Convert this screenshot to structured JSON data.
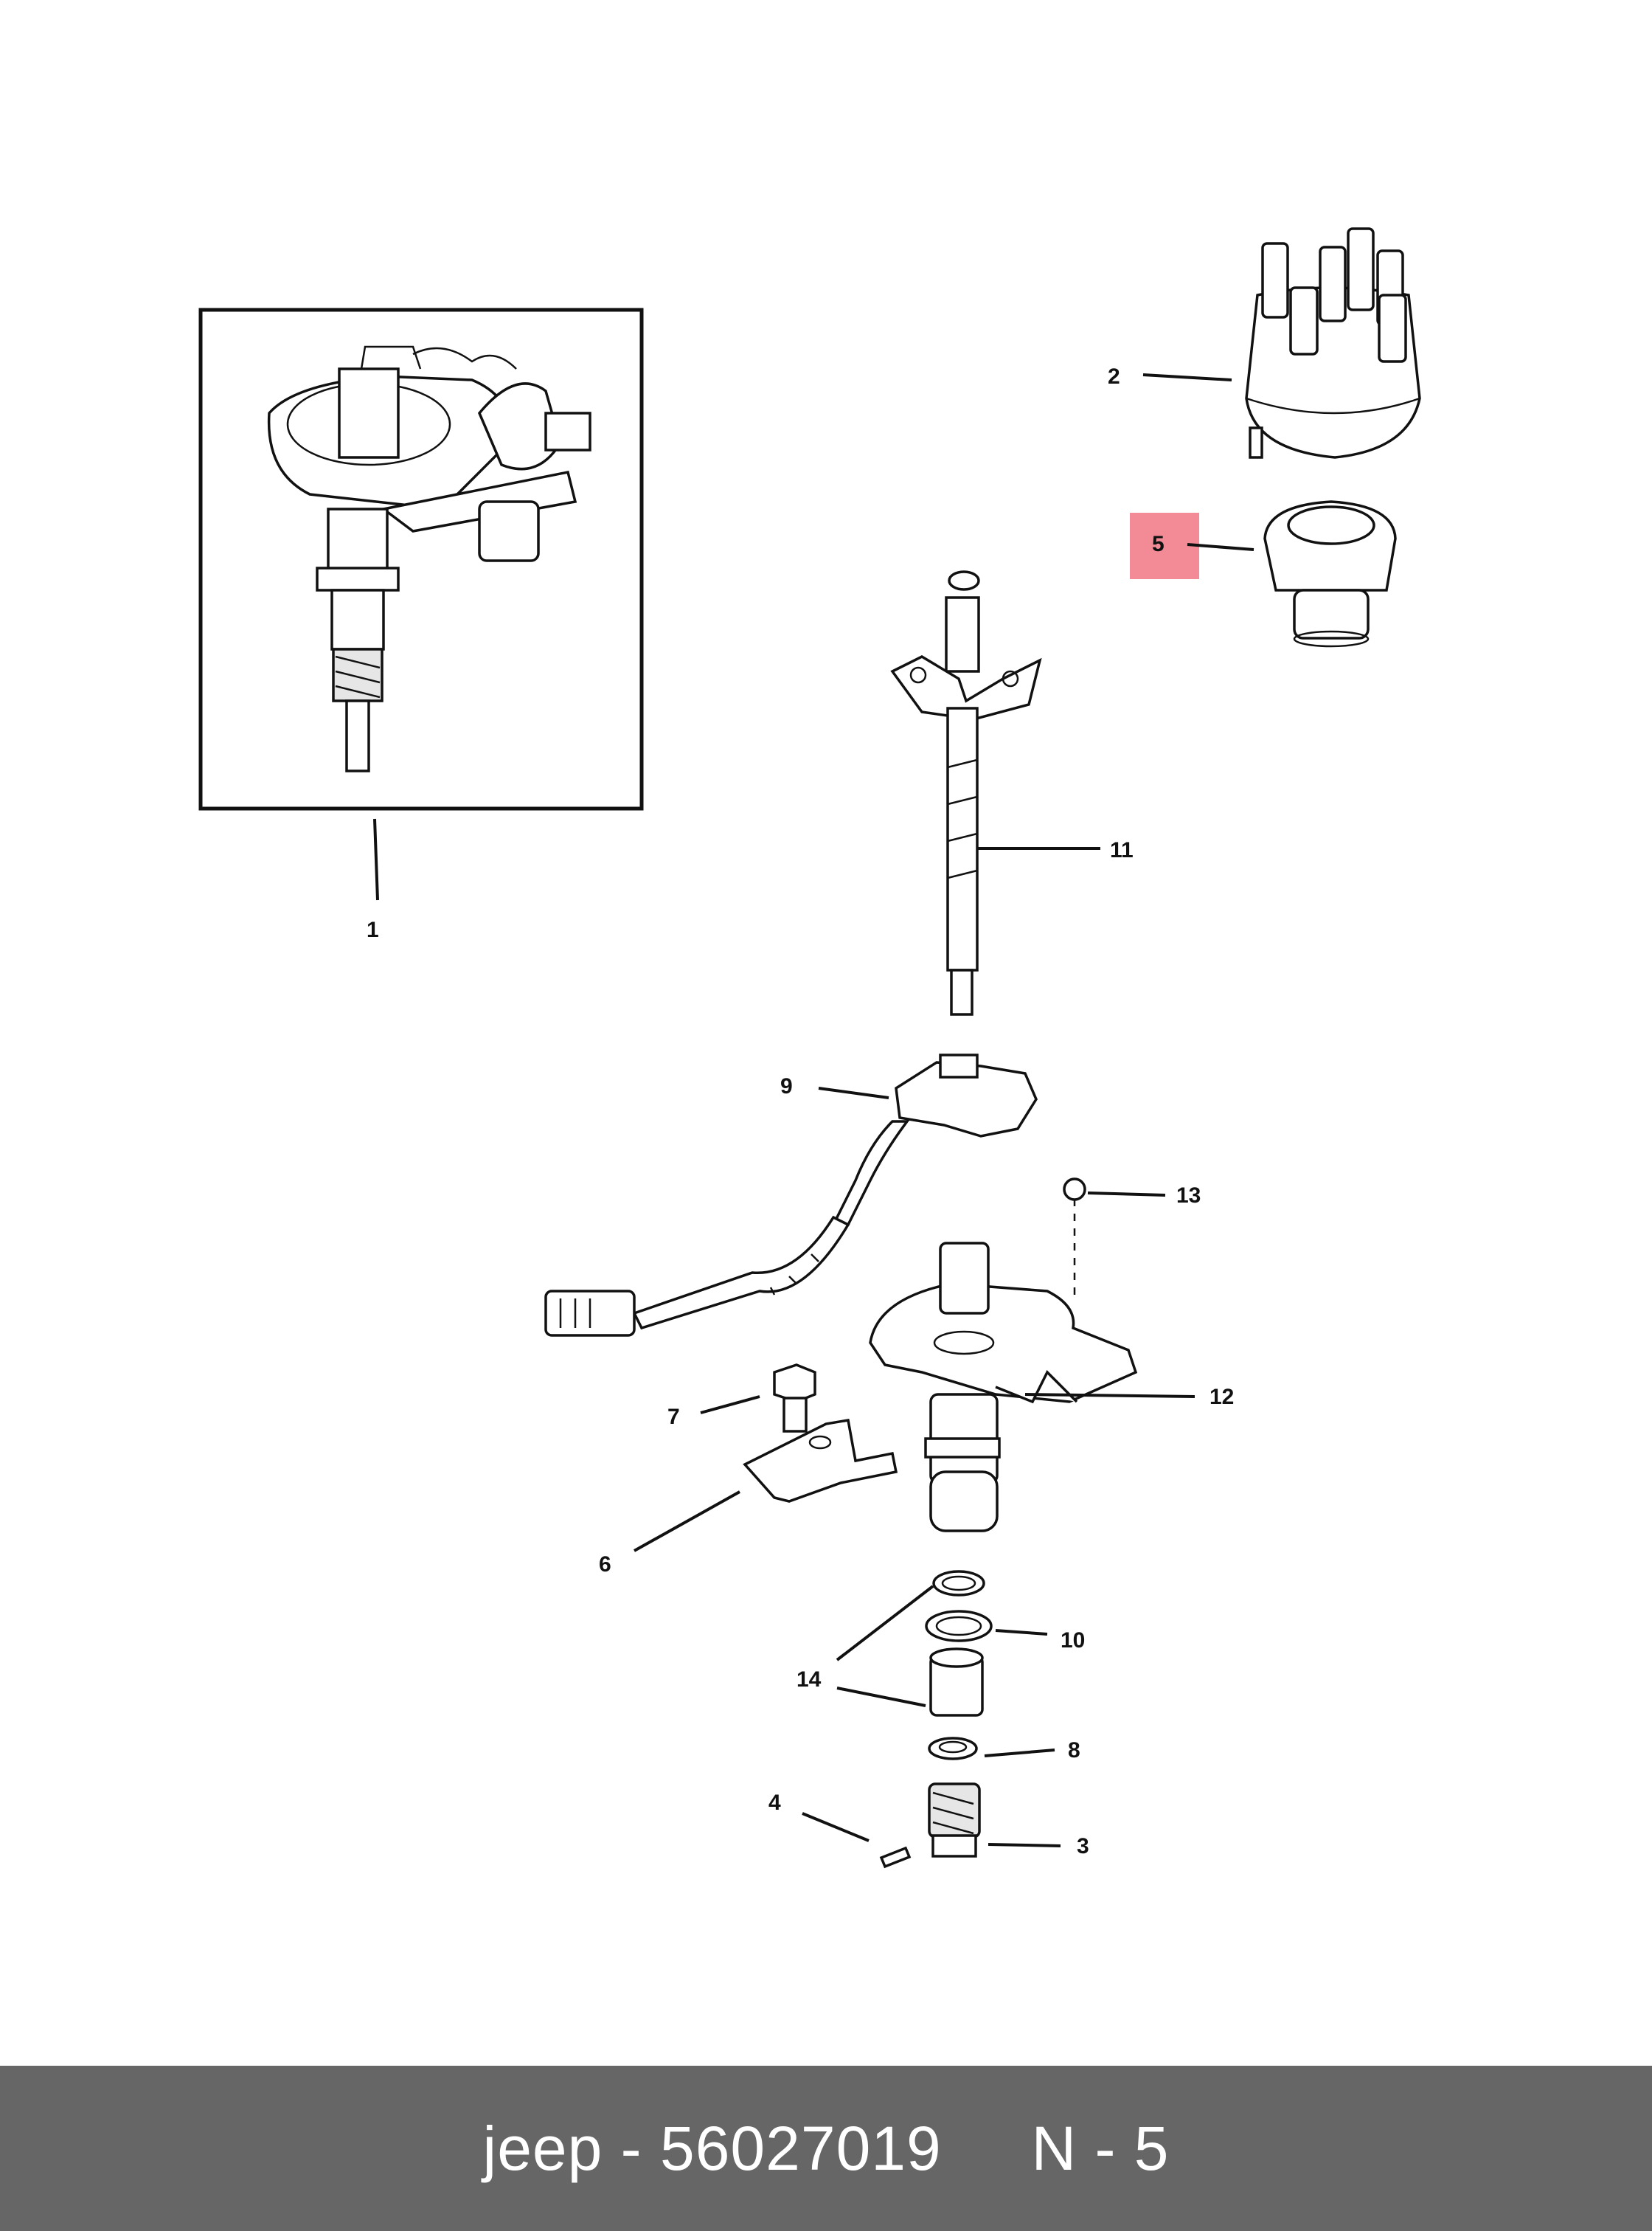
{
  "callouts": {
    "c1": "1",
    "c2": "2",
    "c3": "3",
    "c4": "4",
    "c5": "5",
    "c6": "6",
    "c7": "7",
    "c8": "8",
    "c9": "9",
    "c10": "10",
    "c11": "11",
    "c12": "12",
    "c13": "13",
    "c14": "14"
  },
  "highlight": {
    "callout": "5",
    "color": "#f28b95"
  },
  "footer": {
    "brand": "jeep",
    "separator": " - ",
    "part_number": "56027019",
    "gap": "     ",
    "ref": "N - 5",
    "background": "#666666",
    "text_color": "#ffffff"
  }
}
